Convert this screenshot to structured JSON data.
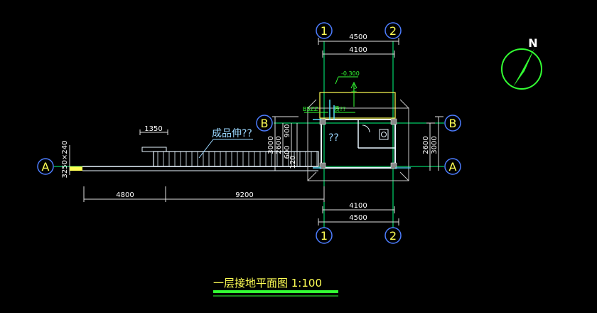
{
  "title": "一层接地平面图 1:100",
  "north_label": "N",
  "grid_labels": {
    "col1": "1",
    "col2": "2",
    "rowA": "A",
    "rowB": "B"
  },
  "dimensions": {
    "top_outer": "4500",
    "top_inner": "4100",
    "bottom_inner": "4100",
    "bottom_outer": "4500",
    "ramp_width": "1350",
    "left_span": "4800",
    "right_span": "9200",
    "right_2600": "2600",
    "right_3000": "3000",
    "left_3000": "3000",
    "left_2600": "2600",
    "left_900": "900",
    "left_600": "600",
    "left_120": "120",
    "left_stack": "3250×240"
  },
  "annotations": {
    "elevation": "-0.300",
    "up": "上",
    "note_ramp": "成品伸??",
    "note_q1": "??",
    "label_left": "BSZZ",
    "label_mid": "质??"
  },
  "colors": {
    "background": "#000000",
    "wall": "#e8f6ff",
    "grid_line": "#00ff7f",
    "grid_bubble": "#4d7dff",
    "yellow": "#ffff55",
    "green": "#33ff33",
    "cyan": "#55ddff"
  }
}
